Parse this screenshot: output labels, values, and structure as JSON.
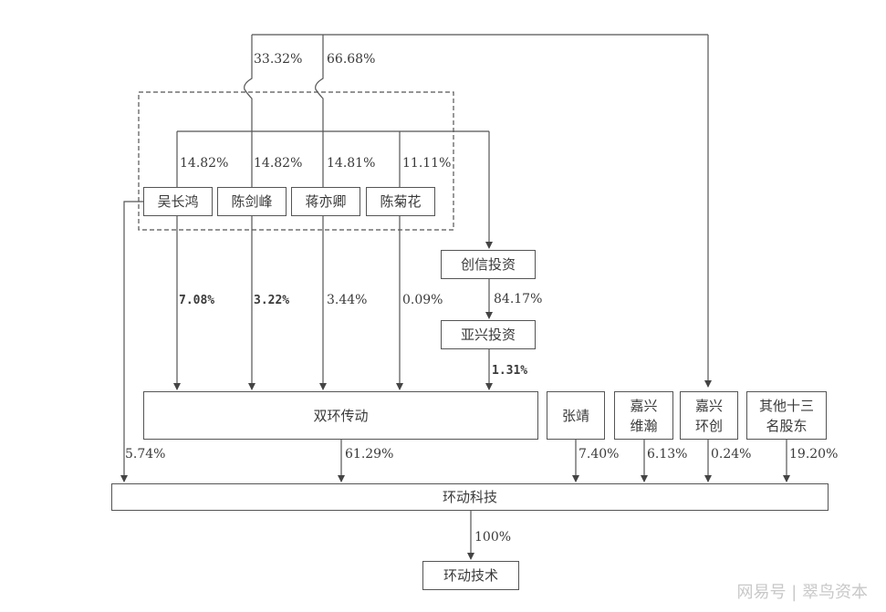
{
  "nodes": {
    "wu": "吴长鸿",
    "chen_jf": "陈剑峰",
    "jiang": "蒋亦卿",
    "chen_jh": "陈菊花",
    "chuangxin": "创信投资",
    "yaxing": "亚兴投资",
    "shuanghuan": "双环传动",
    "zhangjing": "张靖",
    "jx_weihan": "嘉兴\n维瀚",
    "jx_huanchuang": "嘉兴\n环创",
    "others": "其他十三\n名股东",
    "huandong_keji": "环动科技",
    "huandong_jishu": "环动技术"
  },
  "edges": {
    "top_3332": "33.32%",
    "top_6668": "66.68%",
    "wu_cx": "14.82%",
    "chenjf_cx": "14.82%",
    "jiang_cx": "14.81%",
    "chenjh_cx": "11.11%",
    "wu_sh": "7.08%",
    "chenjf_sh": "3.22%",
    "jiang_sh": "3.44%",
    "chenjh_sh": "0.09%",
    "cx_yx": "84.17%",
    "yx_sh": "1.31%",
    "wu_keji": "5.74%",
    "sh_keji": "61.29%",
    "zj_keji": "7.40%",
    "wh_keji": "6.13%",
    "hc_keji": "0.24%",
    "ot_keji": "19.20%",
    "keji_jishu": "100%"
  },
  "watermark": "网易号 | 翠鸟资本"
}
